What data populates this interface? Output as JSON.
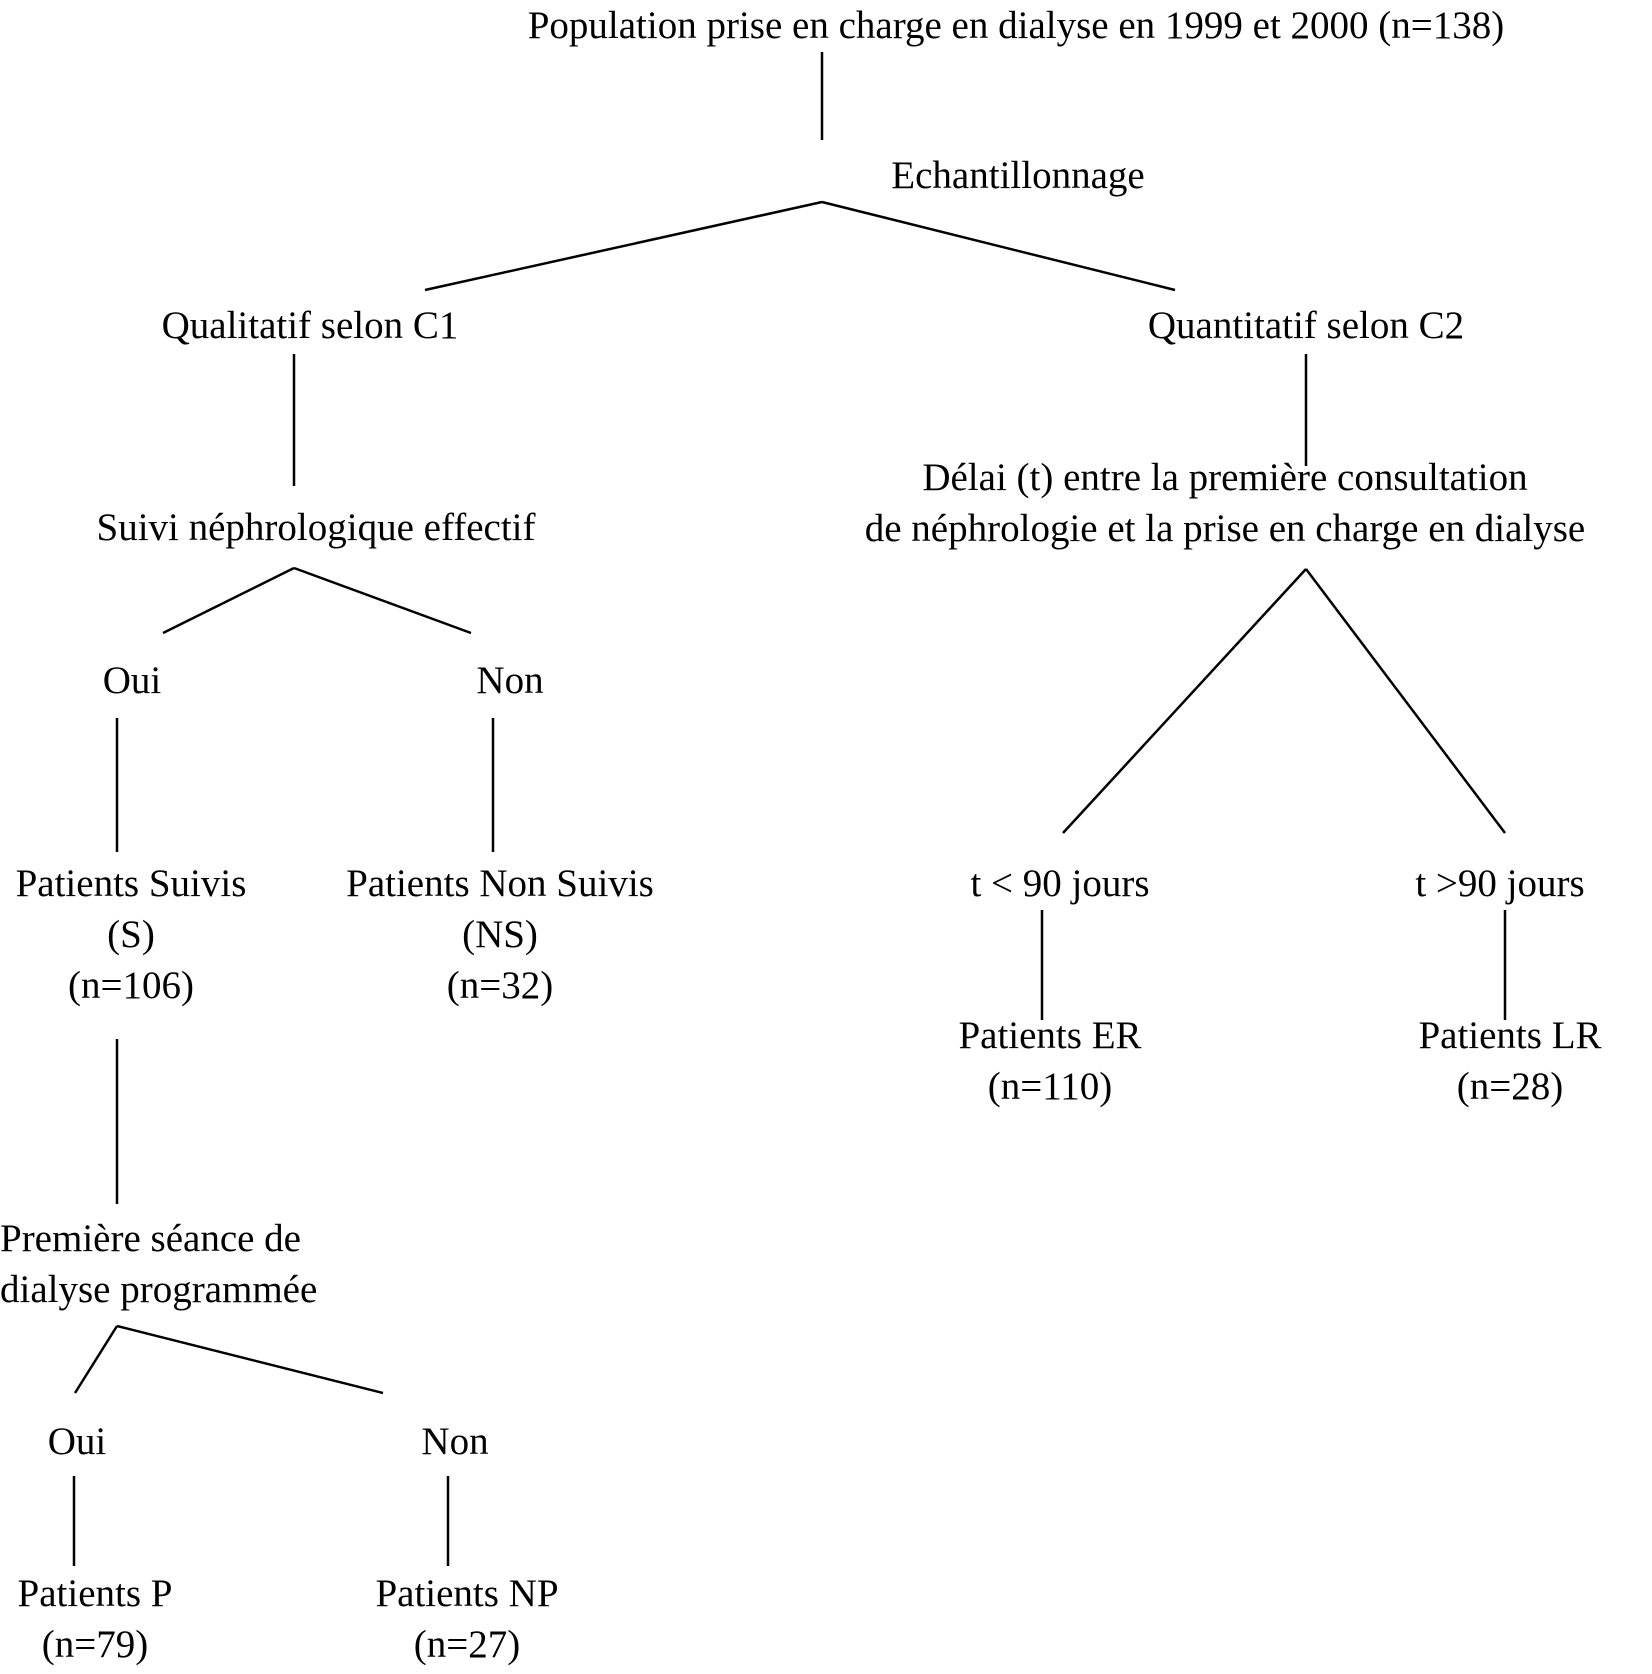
{
  "root": {
    "label": "Population prise en charge en dialyse en 1999 et 2000 (n=138)"
  },
  "sampling": {
    "label": "Echantillonnage"
  },
  "qualitative": {
    "label": "Qualitatif selon C1",
    "criterion": "Suivi néphrologique effectif",
    "yes": {
      "label": "Oui",
      "group": [
        "Patients Suivis",
        "(S)",
        "(n=106)"
      ],
      "sub_criterion": [
        "Première séance de",
        "dialyse programmée"
      ],
      "yes": {
        "label": "Oui",
        "group": [
          "Patients P",
          "(n=79)"
        ]
      },
      "no": {
        "label": "Non",
        "group": [
          "Patients NP",
          "(n=27)"
        ]
      }
    },
    "no": {
      "label": "Non",
      "group": [
        "Patients Non Suivis",
        "(NS)",
        "(n=32)"
      ]
    }
  },
  "quantitative": {
    "label": "Quantitatif selon C2",
    "criterion": [
      "Délai (t) entre la première consultation",
      "de néphrologie et la prise en charge en dialyse"
    ],
    "early": {
      "label": "t < 90 jours",
      "group": [
        "Patients ER",
        "(n=110)"
      ]
    },
    "late": {
      "label": "t >90 jours",
      "group": [
        "Patients LR",
        "(n=28)"
      ]
    }
  },
  "style": {
    "line_color": "#000000",
    "text_color": "#000000",
    "background": "#ffffff"
  }
}
